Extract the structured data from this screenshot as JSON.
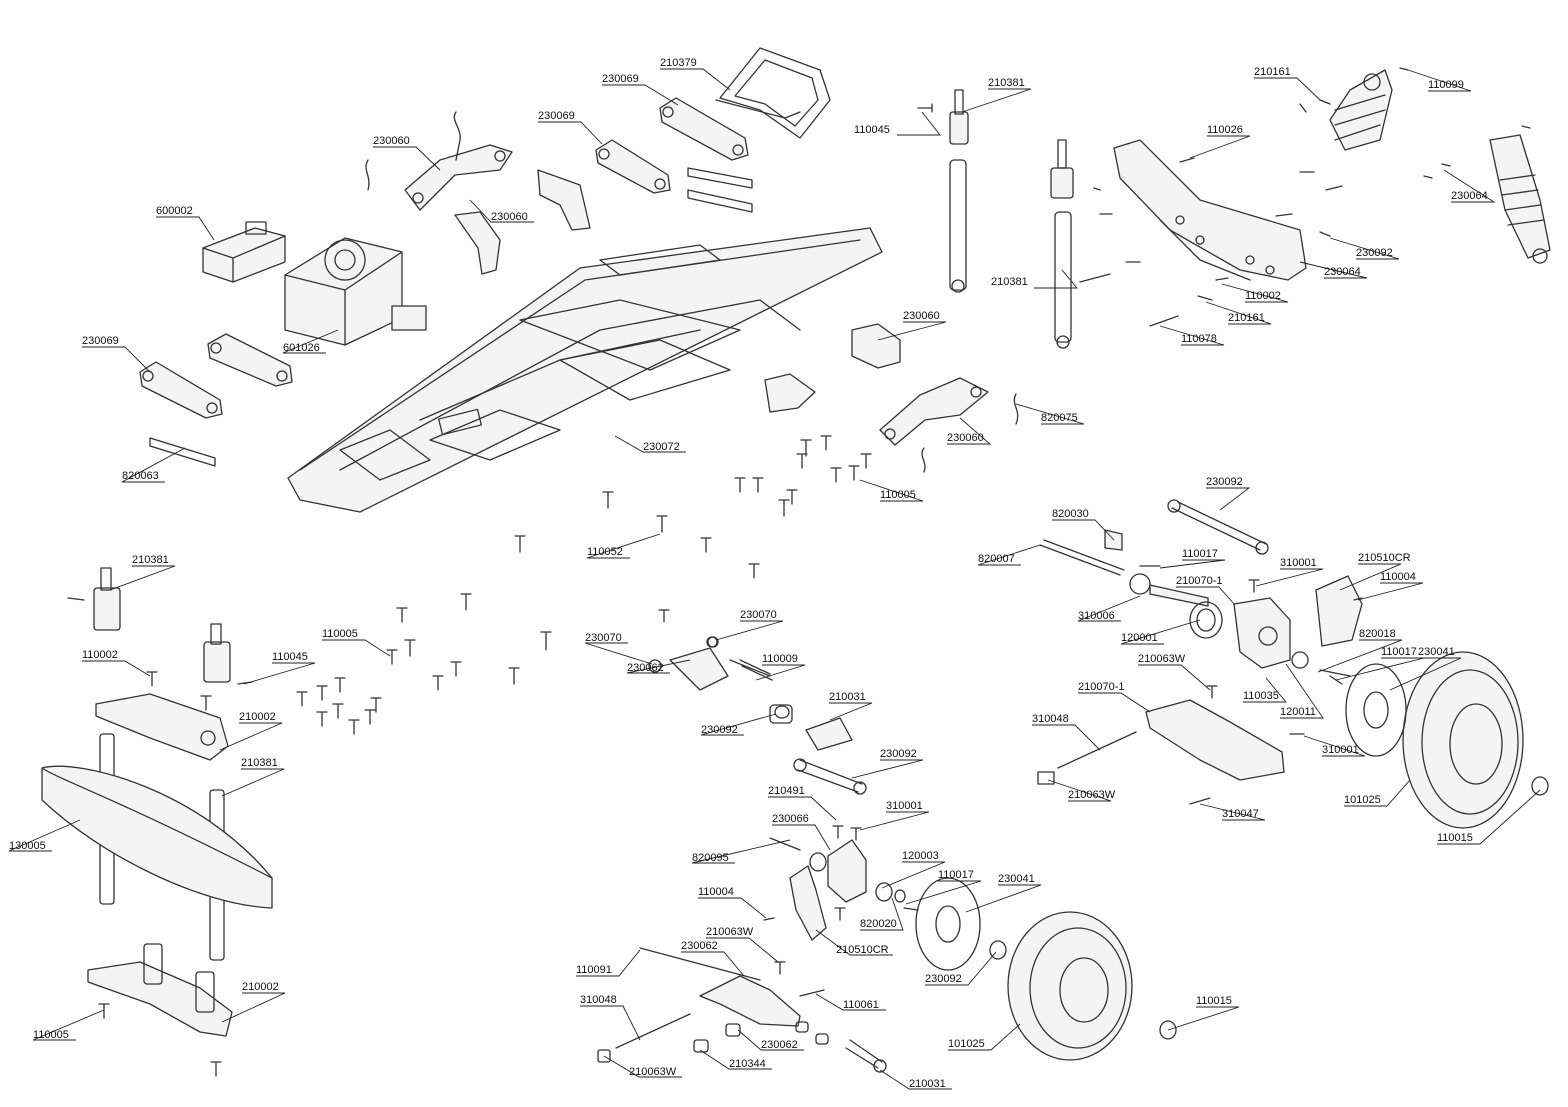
{
  "labels": [
    {
      "id": "l1",
      "text": "210379"
    },
    {
      "id": "l2",
      "text": "230069"
    },
    {
      "id": "l3",
      "text": "230069"
    },
    {
      "id": "l4",
      "text": "230060"
    },
    {
      "id": "l5",
      "text": "230060"
    },
    {
      "id": "l6",
      "text": "600002"
    },
    {
      "id": "l7",
      "text": "601026"
    },
    {
      "id": "l8",
      "text": "230069"
    },
    {
      "id": "l9",
      "text": "820063"
    },
    {
      "id": "l10",
      "text": "230072"
    },
    {
      "id": "l11",
      "text": "110045"
    },
    {
      "id": "l12",
      "text": "210381"
    },
    {
      "id": "l13",
      "text": "210381"
    },
    {
      "id": "l14",
      "text": "230060"
    },
    {
      "id": "l15",
      "text": "230060"
    },
    {
      "id": "l16",
      "text": "820075"
    },
    {
      "id": "l17",
      "text": "110005"
    },
    {
      "id": "l18",
      "text": "110052"
    },
    {
      "id": "l19",
      "text": "210161"
    },
    {
      "id": "l20",
      "text": "110099"
    },
    {
      "id": "l21",
      "text": "110026"
    },
    {
      "id": "l22",
      "text": "230064"
    },
    {
      "id": "l23",
      "text": "230092"
    },
    {
      "id": "l24",
      "text": "230064"
    },
    {
      "id": "l25",
      "text": "110002"
    },
    {
      "id": "l26",
      "text": "210161"
    },
    {
      "id": "l27",
      "text": "110078"
    },
    {
      "id": "l28",
      "text": "230092"
    },
    {
      "id": "l29",
      "text": "820030"
    },
    {
      "id": "l30",
      "text": "820007"
    },
    {
      "id": "l31",
      "text": "110017"
    },
    {
      "id": "l32",
      "text": "310001"
    },
    {
      "id": "l33",
      "text": "210510CR"
    },
    {
      "id": "l34",
      "text": "210070-1"
    },
    {
      "id": "l35",
      "text": "110004"
    },
    {
      "id": "l36",
      "text": "310006"
    },
    {
      "id": "l37",
      "text": "120001"
    },
    {
      "id": "l38",
      "text": "820018"
    },
    {
      "id": "l39",
      "text": "210063W"
    },
    {
      "id": "l40",
      "text": "110017"
    },
    {
      "id": "l41",
      "text": "230041"
    },
    {
      "id": "l42",
      "text": "110035"
    },
    {
      "id": "l43",
      "text": "120011"
    },
    {
      "id": "l44",
      "text": "210070-1"
    },
    {
      "id": "l45",
      "text": "310048"
    },
    {
      "id": "l46",
      "text": "310001"
    },
    {
      "id": "l47",
      "text": "210063W"
    },
    {
      "id": "l48",
      "text": "310047"
    },
    {
      "id": "l49",
      "text": "101025"
    },
    {
      "id": "l50",
      "text": "110015"
    },
    {
      "id": "l51",
      "text": "210381"
    },
    {
      "id": "l52",
      "text": "110005"
    },
    {
      "id": "l53",
      "text": "110002"
    },
    {
      "id": "l54",
      "text": "110045"
    },
    {
      "id": "l55",
      "text": "210002"
    },
    {
      "id": "l56",
      "text": "210381"
    },
    {
      "id": "l57",
      "text": "130005"
    },
    {
      "id": "l58",
      "text": "210002"
    },
    {
      "id": "l59",
      "text": "110005"
    },
    {
      "id": "l60",
      "text": "230070"
    },
    {
      "id": "l61",
      "text": "230070"
    },
    {
      "id": "l62",
      "text": "110009"
    },
    {
      "id": "l63",
      "text": "230062"
    },
    {
      "id": "l64",
      "text": "210031"
    },
    {
      "id": "l65",
      "text": "230092"
    },
    {
      "id": "l66",
      "text": "230092"
    },
    {
      "id": "l67",
      "text": "210491"
    },
    {
      "id": "l68",
      "text": "230066"
    },
    {
      "id": "l69",
      "text": "310001"
    },
    {
      "id": "l70",
      "text": "820095"
    },
    {
      "id": "l71",
      "text": "120003"
    },
    {
      "id": "l72",
      "text": "110017"
    },
    {
      "id": "l73",
      "text": "230041"
    },
    {
      "id": "l74",
      "text": "110004"
    },
    {
      "id": "l75",
      "text": "820020"
    },
    {
      "id": "l76",
      "text": "210063W"
    },
    {
      "id": "l77",
      "text": "210510CR"
    },
    {
      "id": "l78",
      "text": "230092"
    },
    {
      "id": "l79",
      "text": "110091"
    },
    {
      "id": "l80",
      "text": "230062"
    },
    {
      "id": "l81",
      "text": "110061"
    },
    {
      "id": "l82",
      "text": "310048"
    },
    {
      "id": "l83",
      "text": "230062"
    },
    {
      "id": "l84",
      "text": "101025"
    },
    {
      "id": "l85",
      "text": "110015"
    },
    {
      "id": "l86",
      "text": "210063W"
    },
    {
      "id": "l87",
      "text": "210344"
    },
    {
      "id": "l88",
      "text": "210031"
    },
    {
      "id": "l89",
      "text": "110005"
    }
  ]
}
